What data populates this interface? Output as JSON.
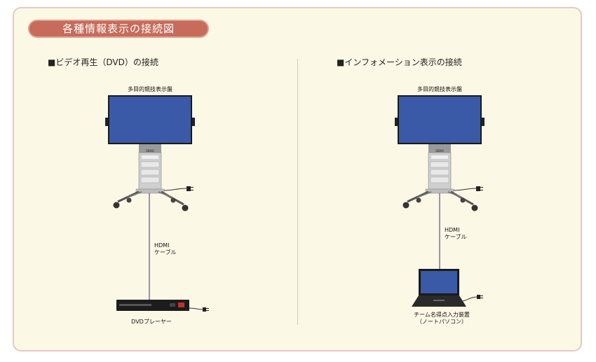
{
  "page_title": "各種情報表示の接続図",
  "left": {
    "heading": "■ビデオ再生（DVD）の接続",
    "display_label": "多目的競技表示盤",
    "brand": "SEIKO",
    "cable_line1": "HDMI",
    "cable_line2": "ケーブル",
    "device_label": "DVDプレーヤー"
  },
  "right": {
    "heading": "■インフォメーション表示の接続",
    "display_label": "多目的競技表示盤",
    "brand": "SEIKO",
    "cable_line1": "HDMI",
    "cable_line2": "ケーブル",
    "device_label_line1": "チーム名得点入力装置",
    "device_label_line2": "（ノートパソコン）"
  },
  "colors": {
    "screen": "#3a5aa8",
    "cable": "#5a4aa5",
    "pill": "#c76b5a",
    "panel_bg": "#fcf8e6"
  }
}
